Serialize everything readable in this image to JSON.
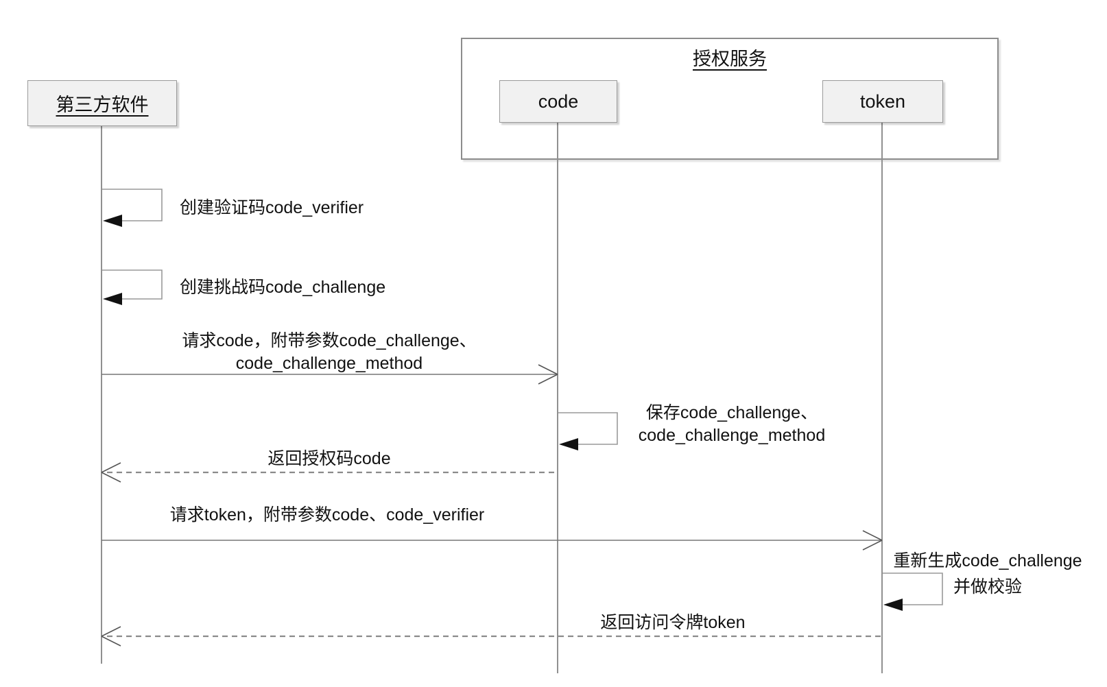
{
  "actors": {
    "third_party": {
      "label": "第三方软件"
    },
    "service": {
      "label": "授权服务"
    },
    "code": {
      "label": "code"
    },
    "token": {
      "label": "token"
    }
  },
  "messages": {
    "create_verifier": {
      "label": "创建验证码code_verifier"
    },
    "create_challenge": {
      "label": "创建挑战码code_challenge"
    },
    "request_code": {
      "lines": [
        "请求code，附带参数code_challenge、",
        "code_challenge_method"
      ]
    },
    "save_challenge": {
      "lines": [
        "保存code_challenge、",
        "code_challenge_method"
      ]
    },
    "return_code": {
      "label": "返回授权码code"
    },
    "request_token": {
      "label": "请求token，附带参数code、code_verifier"
    },
    "regenerate_challenge": {
      "lines": [
        "重新生成code_challenge",
        "并做校验"
      ]
    },
    "return_token": {
      "label": "返回访问令牌token"
    }
  },
  "colors": {
    "background": "#ffffff",
    "box_fill": "#f1f1f1",
    "box_border": "#9a9a9a",
    "group_border": "#8c8c8c",
    "lifeline": "#909090",
    "message_line": "#777777",
    "dashed_line": "#8a8a8a",
    "solid_arrowhead": "#111111",
    "open_arrowhead": "#555555",
    "text": "#111111"
  }
}
